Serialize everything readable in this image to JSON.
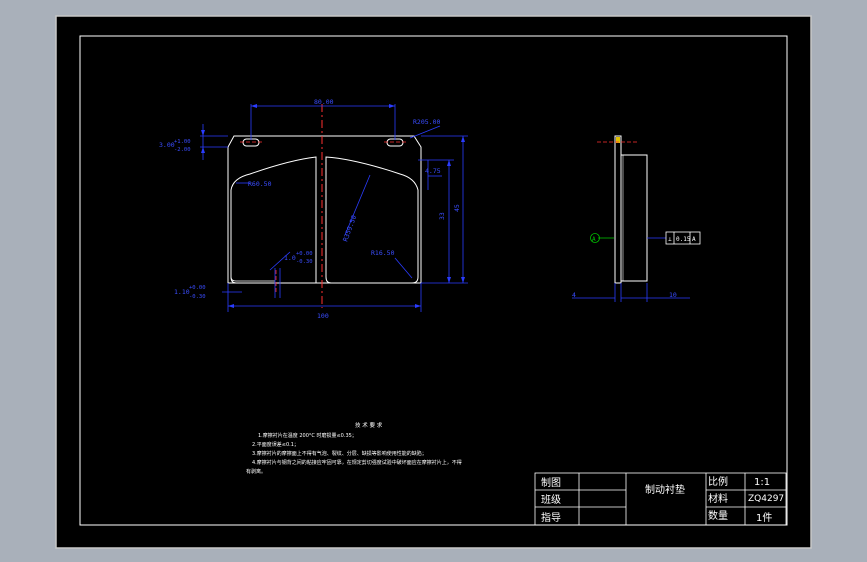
{
  "drawing": {
    "dimensions": {
      "top_width": "80.00",
      "hole_radius": "R205.00",
      "offset_top": "+1.00",
      "offset_bottom": "-2.00",
      "offset_prefix": "3.00",
      "corner_radius_left": "R60.50",
      "curve_radius": "R359.50",
      "corner_radius_right": "R16.50",
      "small_height": "4.75",
      "inner_height": "33",
      "total_height": "45",
      "slot_tol_top": "+0.00",
      "slot_tol_bottom": "-0.30",
      "slot_prefix": "1.0",
      "gap_tol_top": "+0.00",
      "gap_tol_bottom": "-0.30",
      "gap_prefix": "1.10",
      "bottom_width": "100",
      "side_left": "4",
      "side_right": "10",
      "datum": "A",
      "tolerance_frame": [
        "⊥",
        "0.15",
        "A"
      ]
    },
    "notes": {
      "title": "技 术 要 求",
      "lines": [
        "1.摩擦衬片在温度 200°C 时磨损量≤0.35；",
        "2.平面度误差≤0.1；",
        "3.摩擦衬片的摩擦面上不得有气泡、裂纹、分层、缺损等影响使用性能的缺陷；",
        "4.摩擦衬片与钢背之间的粘接应牢固可靠，在规定剪切强度试验中破坏面应在摩擦衬片上，不得",
        "有剥离。"
      ]
    },
    "title_block": {
      "row1_label": "制图",
      "row2_label": "班级",
      "row3_label": "指导",
      "part_name": "制动衬垫",
      "scale_label": "比例",
      "scale_value": "1:1",
      "material_label": "材料",
      "material_value": "ZQ4297",
      "quantity_label": "数量",
      "quantity_value": "1件"
    }
  }
}
